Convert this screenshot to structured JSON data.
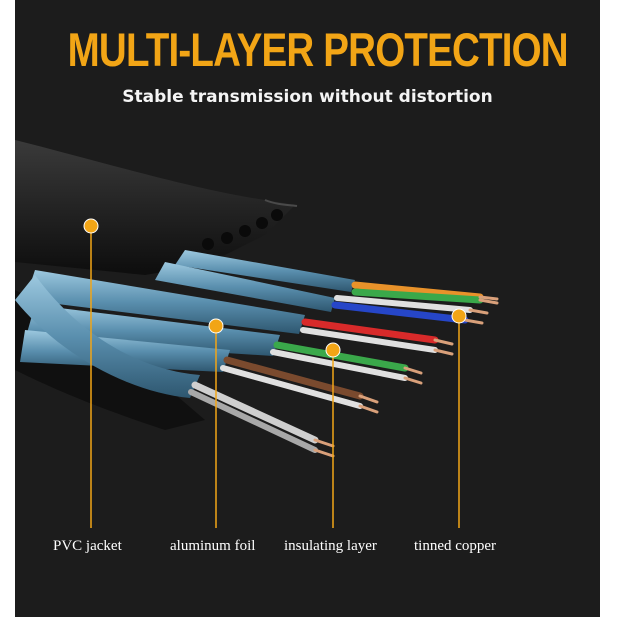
{
  "headline": "MULTI-LAYER PROTECTION",
  "subline": "Stable transmission without distortion",
  "callouts": [
    {
      "label": "PVC jacket"
    },
    {
      "label": "aluminum foil"
    },
    {
      "label": "insulating layer"
    },
    {
      "label": "tinned copper"
    }
  ],
  "colors": {
    "background": "#1c1c1c",
    "accent": "#f2a516",
    "jacket": "#2a2a2a",
    "foil": "#6fa3c0",
    "wire_insulation": [
      "#e8922a",
      "#3aa84a",
      "#2646c8",
      "#d82a2a",
      "#3aa84a",
      "#7a4a2e",
      "#d8d8d8"
    ],
    "copper": "#d9a07a"
  }
}
